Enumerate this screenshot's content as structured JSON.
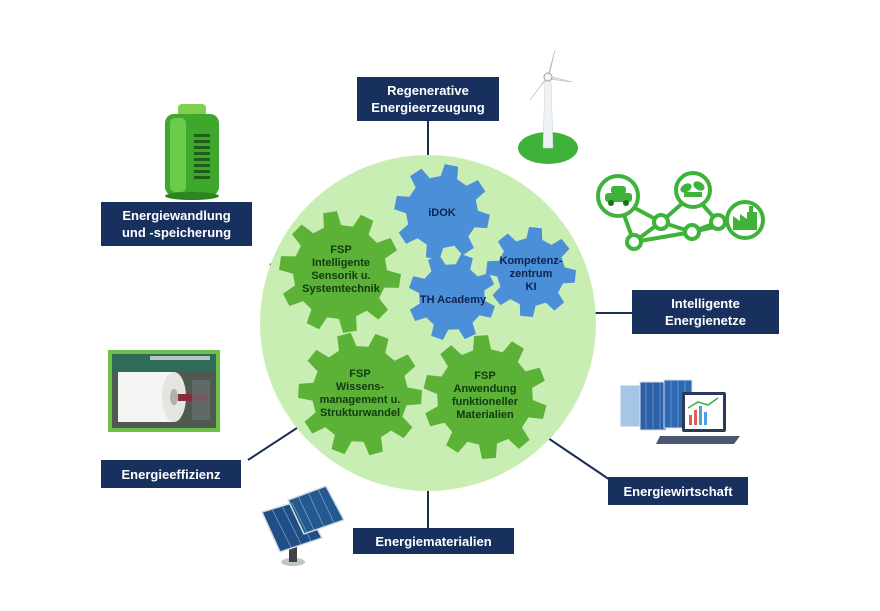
{
  "labels": {
    "regenerative": [
      "Regenerative",
      "Energieerzeugung"
    ],
    "wandlung": [
      "Energiewandlung",
      "und -speicherung"
    ],
    "netze": [
      "Intelligente",
      "Energienetze"
    ],
    "effizienz": [
      "Energieeffizienz"
    ],
    "wirtschaft": [
      "Energiewirtschaft"
    ],
    "materialien": [
      "Energiematerialien"
    ]
  },
  "gears": {
    "idok": [
      "iDOK"
    ],
    "kompetenz": [
      "Kompetenz-",
      "zentrum",
      "KI"
    ],
    "academy": [
      "TH Academy"
    ],
    "sensorik": [
      "FSP",
      "Intelligente",
      "Sensorik u.",
      "Systemtechnik"
    ],
    "wissen": [
      "FSP",
      "Wissens-",
      "management u.",
      "Strukturwandel"
    ],
    "anwendung": [
      "FSP",
      "Anwendung",
      "funktioneller",
      "Materialien"
    ]
  },
  "colors": {
    "circle": "#c9eeb4",
    "green_gear": "#5cb236",
    "blue_gear": "#4a8fd8",
    "label_bg": "#17305e",
    "connector": "#1c2e55"
  },
  "icons": {
    "battery": "battery-icon",
    "wind": "wind-turbine-icon",
    "grid": "smart-grid-icon",
    "paper": "paper-roll-photo",
    "solar_tracker": "solar-tracker-icon",
    "solar_screen": "solar-laptop-icon"
  }
}
